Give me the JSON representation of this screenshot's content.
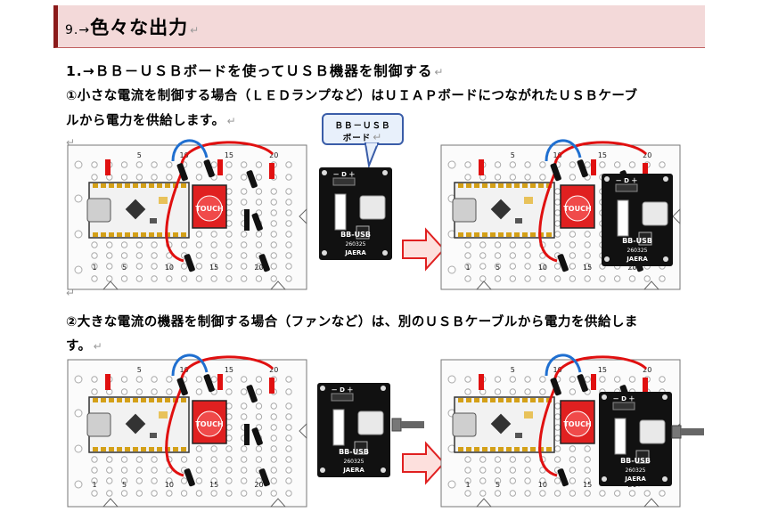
{
  "header": {
    "number": "9.",
    "arrow": "→",
    "title": "色々な出力",
    "return_mark": "↵"
  },
  "section1": {
    "number": "1.",
    "arrow": "→",
    "title": "ＢＢ－ＵＳＢボードを使ってＵＳＢ機器を制御する",
    "return_mark": "↵"
  },
  "para1": {
    "line1": "①小さな電流を制御する場合（ＬＥＤランプなど）はＵＩＡＰボードにつながれたＵＳＢケーブ",
    "line2": "ルから電力を供給します。",
    "return_mark": "↵"
  },
  "para2": {
    "line1": "②大きな電流の機器を制御する場合（ファンなど）は、別のＵＳＢケーブルから電力を供給しま",
    "line2": "す。",
    "return_mark": "↵"
  },
  "callout": {
    "line1": "ＢＢ－ＵＳＢ",
    "line2": "ボード",
    "return_mark": "↵"
  },
  "board": {
    "touch_label": "TOUCH",
    "pcb_pins": "－ D ＋",
    "pcb_name": "BB-USB",
    "pcb_code": "260325",
    "pcb_brand": "JAERA",
    "col_labels": [
      "5",
      "10",
      "15",
      "20"
    ],
    "row_nums": [
      "1",
      "5",
      "10",
      "15",
      "20"
    ]
  },
  "colors": {
    "header_bg": "#f3d9d9",
    "header_border": "#8b1a1a",
    "arrow_fill": "#fde0dd",
    "arrow_stroke": "#e02020",
    "wire_red": "#e01010",
    "wire_blue": "#1f6fd0",
    "touch_red": "#e02020",
    "callout_border": "#3a5da8"
  },
  "empty_mark": "↵"
}
